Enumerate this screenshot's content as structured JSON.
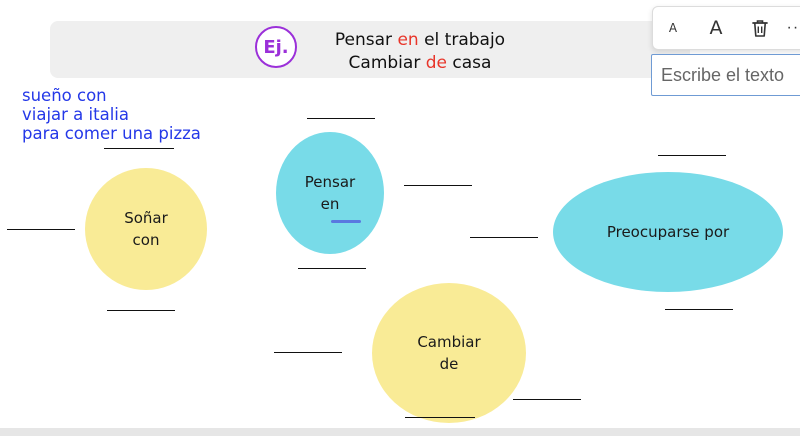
{
  "header": {
    "badge": "Ej.",
    "line1": {
      "before": "Pensar ",
      "highlight": "en",
      "after": " el trabajo"
    },
    "line2": {
      "before": "Cambiar ",
      "highlight": "de",
      "after": " casa"
    },
    "accent_color": "#e8352a",
    "badge_color": "#9b30d9"
  },
  "toolbar": {
    "small_text_label": "A",
    "large_text_label": "A",
    "delete_icon": "trash-icon",
    "more_label": "···"
  },
  "text_input": {
    "placeholder": "Escribe el texto",
    "value": ""
  },
  "note": {
    "lines": [
      "sueño con",
      "viajar a italia",
      "para comer una pizza"
    ],
    "color": "#2438e8"
  },
  "bubbles": [
    {
      "lines": [
        "Soñar",
        "con"
      ],
      "color": "#f9eb96"
    },
    {
      "lines": [
        "Pensar",
        "en"
      ],
      "color": "#78dbe8"
    },
    {
      "lines": [
        "Cambiar",
        "de"
      ],
      "color": "#f9eb96"
    },
    {
      "lines": [
        "Preocuparse por"
      ],
      "color": "#78dbe8"
    }
  ]
}
